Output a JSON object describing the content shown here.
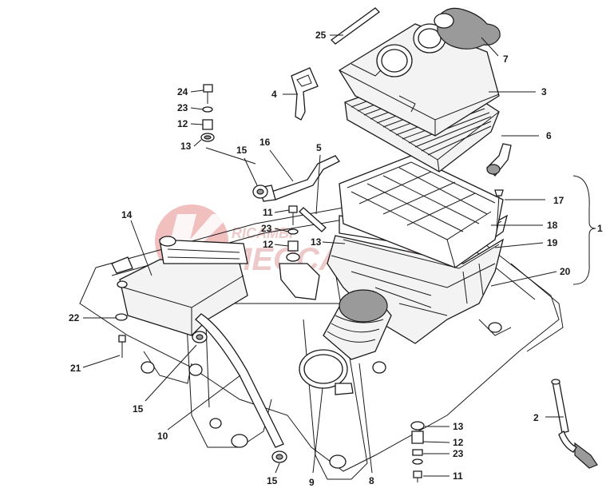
{
  "diagram": {
    "callouts": [
      {
        "id": "c25",
        "text": "25"
      },
      {
        "id": "c7",
        "text": "7"
      },
      {
        "id": "c3",
        "text": "3"
      },
      {
        "id": "c4",
        "text": "4"
      },
      {
        "id": "c6",
        "text": "6"
      },
      {
        "id": "c24",
        "text": "24"
      },
      {
        "id": "c23a",
        "text": "23"
      },
      {
        "id": "c12a",
        "text": "12"
      },
      {
        "id": "c13a",
        "text": "13"
      },
      {
        "id": "c15a",
        "text": "15"
      },
      {
        "id": "c16",
        "text": "16"
      },
      {
        "id": "c5",
        "text": "5"
      },
      {
        "id": "c17",
        "text": "17"
      },
      {
        "id": "c1",
        "text": "1"
      },
      {
        "id": "c14",
        "text": "14"
      },
      {
        "id": "c11a",
        "text": "11"
      },
      {
        "id": "c23b",
        "text": "23"
      },
      {
        "id": "c12b",
        "text": "12"
      },
      {
        "id": "c13b",
        "text": "13"
      },
      {
        "id": "c18",
        "text": "18"
      },
      {
        "id": "c19",
        "text": "19"
      },
      {
        "id": "c20",
        "text": "20"
      },
      {
        "id": "c22",
        "text": "22"
      },
      {
        "id": "c21",
        "text": "21"
      },
      {
        "id": "c15b",
        "text": "15"
      },
      {
        "id": "c10",
        "text": "10"
      },
      {
        "id": "c15c",
        "text": "15"
      },
      {
        "id": "c9",
        "text": "9"
      },
      {
        "id": "c8",
        "text": "8"
      },
      {
        "id": "c2",
        "text": "2"
      },
      {
        "id": "c13c",
        "text": "13"
      },
      {
        "id": "c12c",
        "text": "12"
      },
      {
        "id": "c23c",
        "text": "23"
      },
      {
        "id": "c11b",
        "text": "11"
      }
    ],
    "watermark": {
      "line1": "RICAMBI",
      "line2": "MECCANICA"
    }
  },
  "colors": {
    "ink": "#1a1a1a",
    "watermark": "#d9534f"
  }
}
